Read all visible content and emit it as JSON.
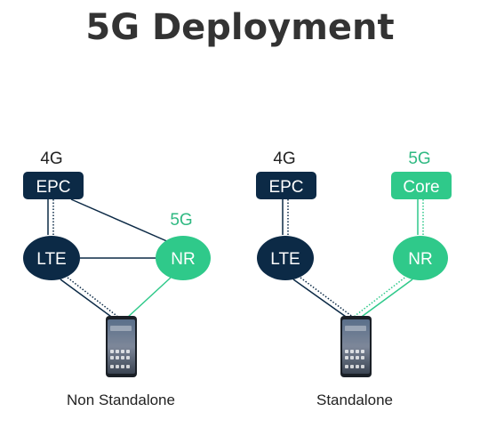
{
  "title": "5G Deployment",
  "colors": {
    "navy": "#0c2a46",
    "green": "#2fc98a",
    "label_green": "#2fb982",
    "text": "#333333"
  },
  "non_standalone": {
    "caption": "Non Standalone",
    "epc_generation": "4G",
    "epc_label": "EPC",
    "lte_label": "LTE",
    "nr_generation": "5G",
    "nr_label": "NR",
    "device_icon": "smartphone-icon"
  },
  "standalone": {
    "caption": "Standalone",
    "epc_generation": "4G",
    "epc_label": "EPC",
    "core_generation": "5G",
    "core_label": "Core",
    "lte_label": "LTE",
    "nr_label": "NR",
    "device_icon": "smartphone-icon"
  }
}
